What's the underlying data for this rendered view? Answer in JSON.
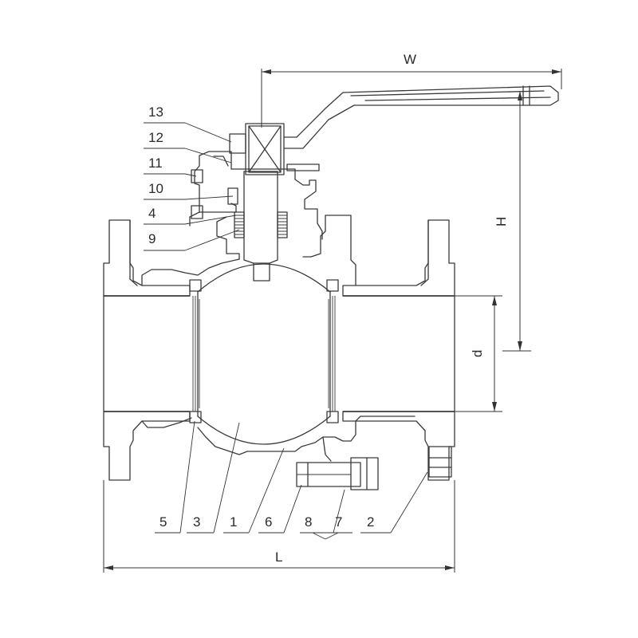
{
  "diagram": {
    "dimensions": {
      "width": "W",
      "height": "H",
      "bore": "d",
      "length": "L"
    },
    "parts": [
      "13",
      "12",
      "11",
      "10",
      "4",
      "9",
      "5",
      "3",
      "1",
      "6",
      "8",
      "7",
      "2"
    ]
  }
}
